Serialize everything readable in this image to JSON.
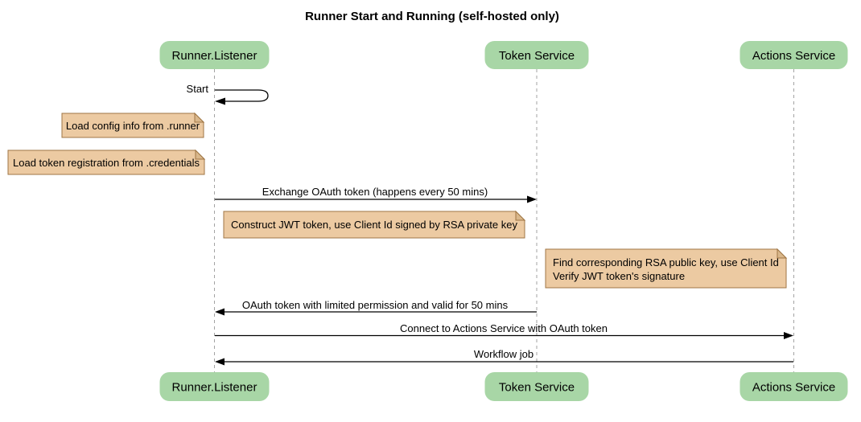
{
  "title": "Runner Start and Running (self-hosted only)",
  "participants": {
    "runner_listener": "Runner.Listener",
    "token_service": "Token Service",
    "actions_service": "Actions Service"
  },
  "self_message": {
    "label": "Start"
  },
  "arrows": {
    "exchange_oauth": "Exchange OAuth token (happens every 50 mins)",
    "oauth_token_return": "OAuth token with limited permission and valid for 50 mins",
    "connect_actions": "Connect to Actions Service with OAuth token",
    "workflow_job": "Workflow job"
  },
  "notes": {
    "load_config": "Load config info from .runner",
    "load_token_registration": "Load token registration from .credentials",
    "construct_jwt": "Construct JWT token, use Client Id signed by RSA private key",
    "find_rsa_line1": "Find corresponding RSA public key, use Client Id",
    "find_rsa_line2": "Verify JWT token's signature"
  },
  "colors": {
    "participant_fill": "#a8d6a6",
    "note_fill": "#eccaa2",
    "note_border": "#9f7645",
    "note_fold": "#d9b78b",
    "lifeline": "#a3a3a3",
    "arrow": "#000000",
    "text": "#000000",
    "background": "#ffffff"
  }
}
